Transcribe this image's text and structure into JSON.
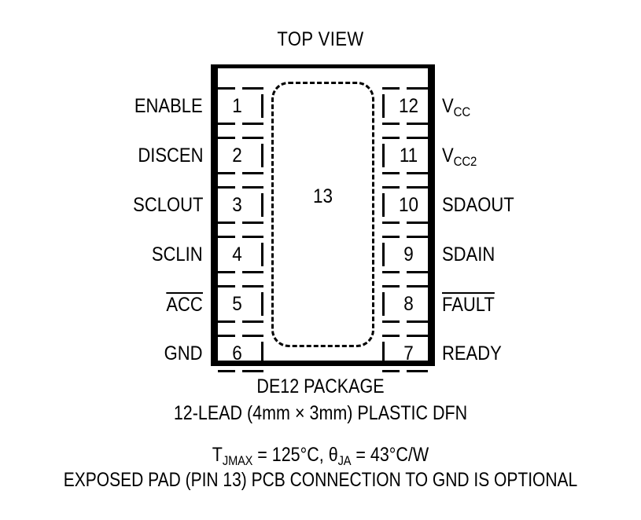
{
  "title": "TOP VIEW",
  "package": {
    "exposed_pad_pin": "13",
    "name_line": "DE12 PACKAGE",
    "lead_line_prefix": "12-LEAD (4",
    "lead_line_mm1": "mm",
    "lead_line_mid": " × 3",
    "lead_line_mm2": "mm",
    "lead_line_suffix": ") PLASTIC DFN"
  },
  "thermal": {
    "tj_symbol": "T",
    "tj_sub": "JMAX",
    "tj_value": " = 125°C, ",
    "theta_symbol": "θ",
    "theta_sub": "JA",
    "theta_value": " = 43°C/W",
    "pad_note": "EXPOSED PAD (PIN 13) PCB CONNECTION TO GND IS OPTIONAL"
  },
  "pins_left": [
    {
      "number": "1",
      "label": "ENABLE",
      "overline": false
    },
    {
      "number": "2",
      "label": "DISCEN",
      "overline": false
    },
    {
      "number": "3",
      "label": "SCLOUT",
      "overline": false
    },
    {
      "number": "4",
      "label": "SCLIN",
      "overline": false
    },
    {
      "number": "5",
      "label": "ACC",
      "overline": true
    },
    {
      "number": "6",
      "label": "GND",
      "overline": false
    }
  ],
  "pins_right": [
    {
      "number": "12",
      "label": "V",
      "sub": "CC",
      "overline": false
    },
    {
      "number": "11",
      "label": "V",
      "sub": "CC2",
      "overline": false
    },
    {
      "number": "10",
      "label": "SDAOUT",
      "sub": "",
      "overline": false
    },
    {
      "number": "9",
      "label": "SDAIN",
      "sub": "",
      "overline": false
    },
    {
      "number": "8",
      "label": "FAULT",
      "sub": "",
      "overline": true
    },
    {
      "number": "7",
      "label": "READY",
      "sub": "",
      "overline": false
    }
  ]
}
